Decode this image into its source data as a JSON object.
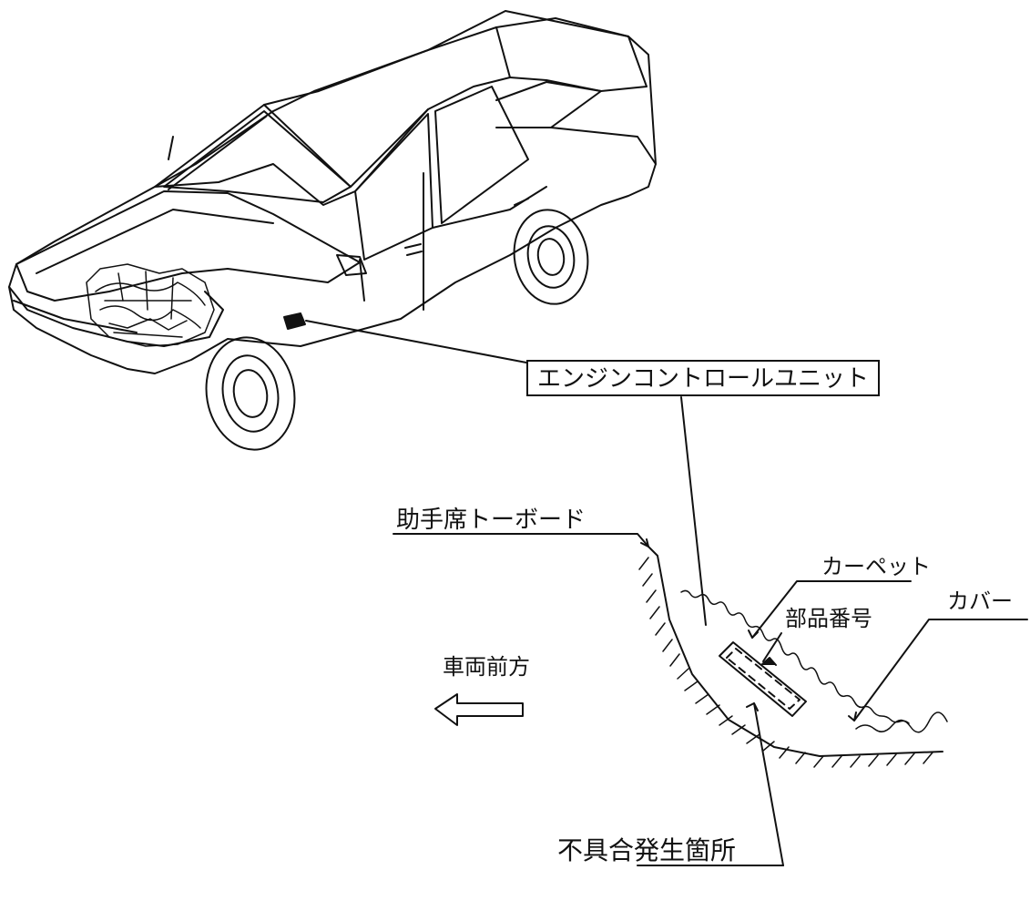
{
  "labels": {
    "ecu": "エンジンコントロールユニット",
    "toeboard": "助手席トーボード",
    "carpet": "カーペット",
    "part_number": "部品番号",
    "cover": "カバー",
    "vehicle_front": "車両前方",
    "defect_location": "不具合発生箇所"
  }
}
